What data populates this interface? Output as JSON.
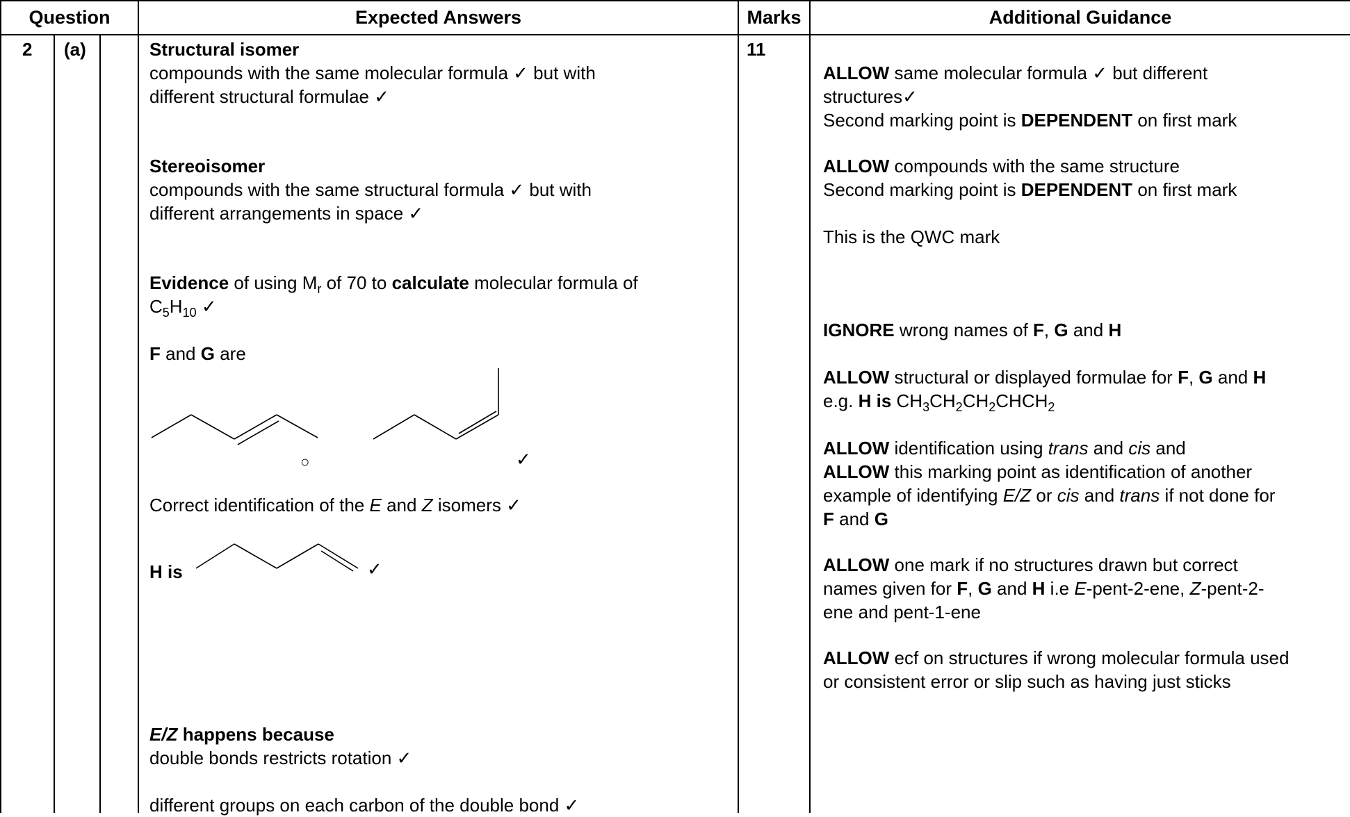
{
  "header": {
    "question": "Question",
    "expected": "Expected Answers",
    "marks": "Marks",
    "guidance": "Additional Guidance"
  },
  "row": {
    "number": "2",
    "part": "(a)",
    "marks": "11"
  },
  "answers": {
    "structural_title": "Structural isomer",
    "structural_line1_a": "compounds with the same molecular formula",
    "structural_line1_b": "but with",
    "structural_line2": "different structural formulae",
    "stereo_title": "Stereoisomer",
    "stereo_line1_a": "compounds with the same structural formula",
    "stereo_line1_b": "but with",
    "stereo_line2": "different arrangements in space",
    "evidence_bold1": "Evidence",
    "evidence_text1": "of using M",
    "evidence_sub_r": "r",
    "evidence_text2": "of 70 to",
    "evidence_bold2": "calculate",
    "evidence_text3": "molecular formula of",
    "formula_c": "C",
    "formula_5": "5",
    "formula_h": "H",
    "formula_10": "10",
    "fg_f": "F",
    "fg_and": "and",
    "fg_g": "G",
    "fg_are": "are",
    "circle_mark": "○",
    "ez_ident_a": "Correct identification of the",
    "ez_e": "E",
    "ez_and": "and",
    "ez_z": "Z",
    "ez_ident_b": "isomers",
    "h_is": "H is",
    "ez_title_em": "E/Z",
    "ez_title_rest": "happens because",
    "ez_reason1": "double bonds restricts rotation",
    "ez_reason2": "different groups on each carbon of the double bond",
    "tick": "✓"
  },
  "guidance": {
    "g1_bold": "ALLOW",
    "g1_a": "same molecular formula",
    "g1_b": "but different",
    "g1_line2": "structures",
    "g1_line3_a": "Second marking point is",
    "g1_line3_bold": "DEPENDENT",
    "g1_line3_b": "on first mark",
    "g2_bold": "ALLOW",
    "g2_text": "compounds with the same structure",
    "g2_line2_a": "Second marking point is",
    "g2_line2_bold": "DEPENDENT",
    "g2_line2_b": "on first mark",
    "g3": "This is the QWC mark",
    "g4_bold": "IGNORE",
    "g4_text": "wrong names of",
    "g4_f": "F",
    "g4_g": "G",
    "g4_and": "and",
    "g4_h": "H",
    "g5_bold": "ALLOW",
    "g5_text": "structural or displayed formulae for",
    "g5_f": "F",
    "g5_g": "G",
    "g5_and": "and",
    "g5_h": "H",
    "g5_eg": "e.g.",
    "g5_his": "H is",
    "g5_formula": [
      "CH",
      "3",
      "CH",
      "2",
      "CH",
      "2",
      "CHCH",
      "2"
    ],
    "g6_bold": "ALLOW",
    "g6_text": "identification using",
    "g6_trans": "trans",
    "g6_and": "and",
    "g6_cis": "cis",
    "g7_bold": "ALLOW",
    "g7_text": "this marking point as identification of another",
    "g7_line2_a": "example of identifying",
    "g7_line2_ez": "E/Z",
    "g7_line2_or": "or",
    "g7_line2_cis": "cis",
    "g7_line2_and": "and",
    "g7_line2_trans": "trans",
    "g7_line2_b": "if not done for",
    "g7_line3_f": "F",
    "g7_line3_and": "and",
    "g7_line3_g": "G",
    "g8_bold": "ALLOW",
    "g8_text": "one mark if no structures drawn but correct",
    "g8_line2_a": "names given for",
    "g8_f": "F",
    "g8_g": "G",
    "g8_and": "and",
    "g8_h": "H",
    "g8_ie": "i.e",
    "g8_e": "E",
    "g8_e_rest": "-pent-2-ene,",
    "g8_z": "Z",
    "g8_z_rest": "-pent-2-",
    "g8_line3": "ene and pent-1-ene",
    "g9_bold": "ALLOW",
    "g9_text": "ecf on structures if wrong molecular formula used",
    "g9_line2": "or consistent error or slip such as having just sticks"
  }
}
